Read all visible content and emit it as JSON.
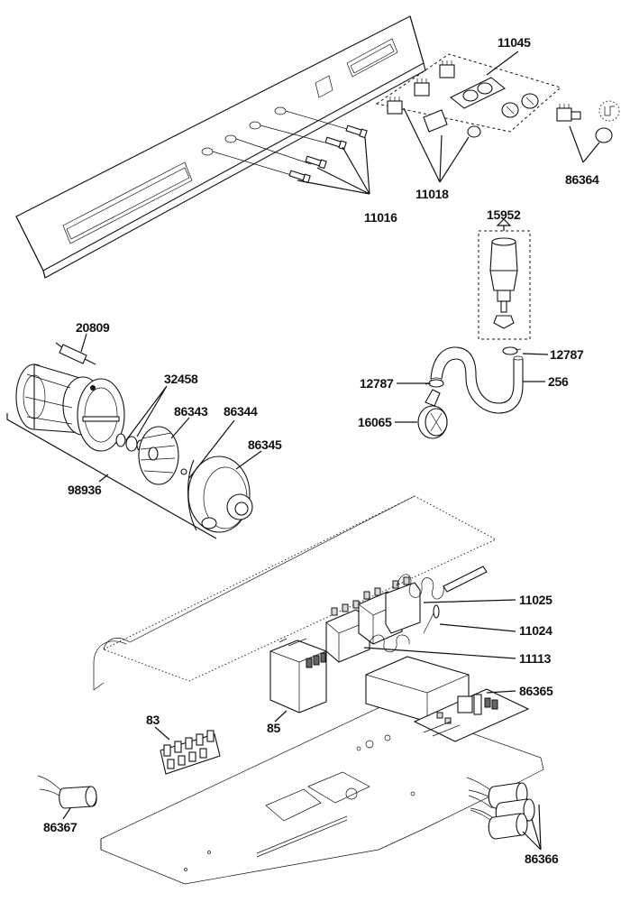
{
  "parts": {
    "p11045": "11045",
    "p11018": "11018",
    "p86364": "86364",
    "p11016": "11016",
    "p15952": "15952",
    "p12787a": "12787",
    "p12787b": "12787",
    "p256": "256",
    "p16065": "16065",
    "p20809": "20809",
    "p32458": "32458",
    "p86343": "86343",
    "p86344": "86344",
    "p86345": "86345",
    "p98936": "98936",
    "p11025": "11025",
    "p11024": "11024",
    "p11113": "11113",
    "p86365": "86365",
    "p83": "83",
    "p85": "85",
    "p86367": "86367",
    "p86366": "86366"
  },
  "colors": {
    "line": "#111111",
    "background": "#ffffff"
  }
}
